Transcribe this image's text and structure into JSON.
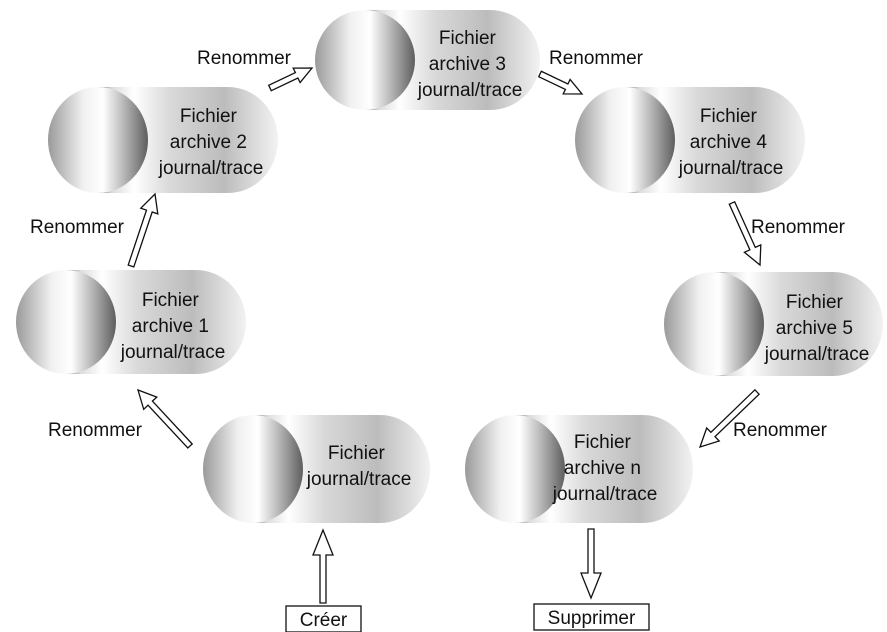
{
  "nodes": {
    "current": {
      "lines": [
        "Fichier",
        "journal/trace"
      ]
    },
    "archive_1": {
      "lines": [
        "Fichier",
        "archive 1",
        "journal/trace"
      ]
    },
    "archive_2": {
      "lines": [
        "Fichier",
        "archive 2",
        "journal/trace"
      ]
    },
    "archive_3": {
      "lines": [
        "Fichier",
        "archive 3",
        "journal/trace"
      ]
    },
    "archive_4": {
      "lines": [
        "Fichier",
        "archive 4",
        "journal/trace"
      ]
    },
    "archive_5": {
      "lines": [
        "Fichier",
        "archive 5",
        "journal/trace"
      ]
    },
    "archive_n": {
      "lines": [
        "Fichier",
        "archive n",
        "journal/trace"
      ]
    }
  },
  "arrows": {
    "current_to_1": "Renommer",
    "a1_to_2": "Renommer",
    "a2_to_3": "Renommer",
    "a3_to_4": "Renommer",
    "a4_to_5": "Renommer",
    "a5_to_n": "Renommer"
  },
  "actions": {
    "create": "Créer",
    "delete": "Supprimer"
  },
  "colors": {
    "cylinder_dark": "#7a7a7a",
    "cylinder_light": "#fafafa",
    "outline": "#111111",
    "background": "#ffffff"
  }
}
